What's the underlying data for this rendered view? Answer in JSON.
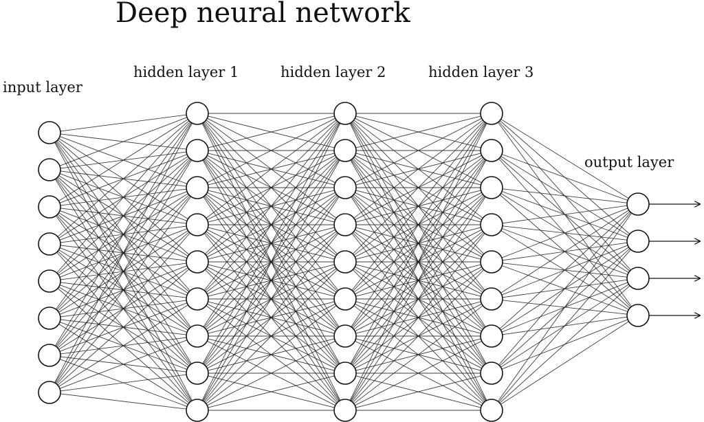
{
  "title": "Deep neural network",
  "layers": [
    {
      "label": "input layer",
      "nodes": 8
    },
    {
      "label": "hidden layer 1",
      "nodes": 9
    },
    {
      "label": "hidden layer 2",
      "nodes": 9
    },
    {
      "label": "hidden layer 3",
      "nodes": 9
    },
    {
      "label": "output layer",
      "nodes": 4
    }
  ],
  "connections": "fully-connected between adjacent layers",
  "output_arrows": 4
}
